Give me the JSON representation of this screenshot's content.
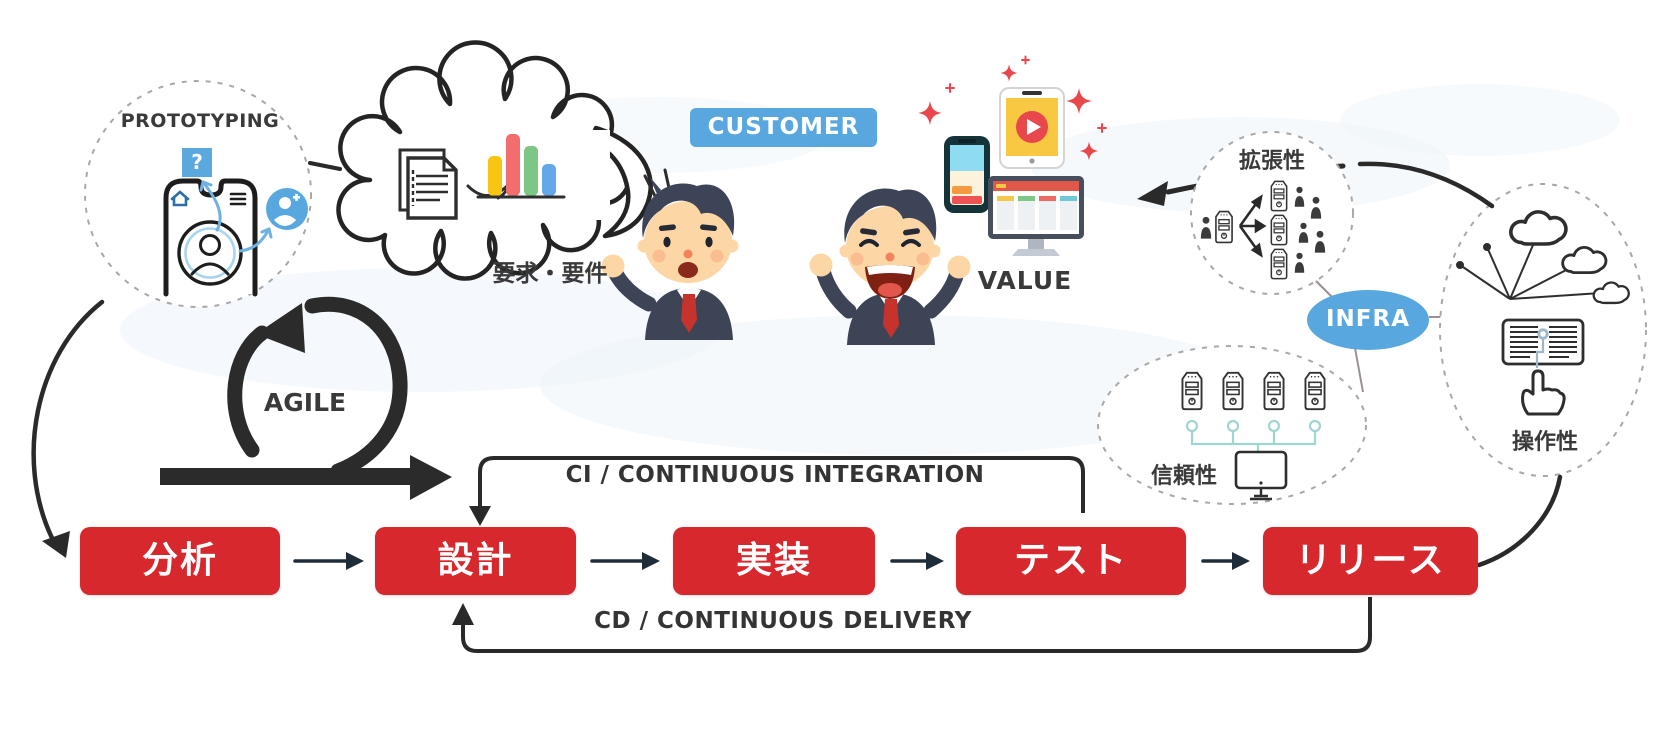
{
  "colors": {
    "accent_red": "#d7282e",
    "accent_blue": "#58a7de",
    "line_dark": "#2a2a2a",
    "dash_gray": "#a8a8a8",
    "teal_link": "#9fd6cf"
  },
  "prototyping": {
    "label": "PROTOTYPING",
    "sticky_note": "?"
  },
  "requirements": {
    "label": "要求・要件"
  },
  "customer": {
    "label": "CUSTOMER"
  },
  "value": {
    "label": "VALUE"
  },
  "agile": {
    "label": "AGILE"
  },
  "quality": {
    "scalability_label": "拡張性",
    "reliability_label": "信頼性",
    "usability_label": "操作性",
    "infra_label": "INFRA"
  },
  "pipeline": {
    "ci_label": "CI / CONTINUOUS INTEGRATION",
    "cd_label": "CD / CONTINUOUS DELIVERY",
    "steps": [
      {
        "label": "分析"
      },
      {
        "label": "設計"
      },
      {
        "label": "実装"
      },
      {
        "label": "テスト"
      },
      {
        "label": "リリース"
      }
    ]
  },
  "icons": {
    "prototype_phone": "smartphone-wireframe",
    "question_sticky": "question-note",
    "share_user": "user-bubble",
    "documents": "stacked-documents",
    "bar_chart": "bar-chart",
    "devices": [
      "smartphone",
      "tablet-video-player",
      "desktop-dashboard"
    ],
    "sparkle": "red-sparkle",
    "agile_loop": "loop-arrow",
    "servers": "server-tower",
    "users": "person-silhouette",
    "hand": "pointing-hand-cursor",
    "clouds": "cloud-network"
  }
}
